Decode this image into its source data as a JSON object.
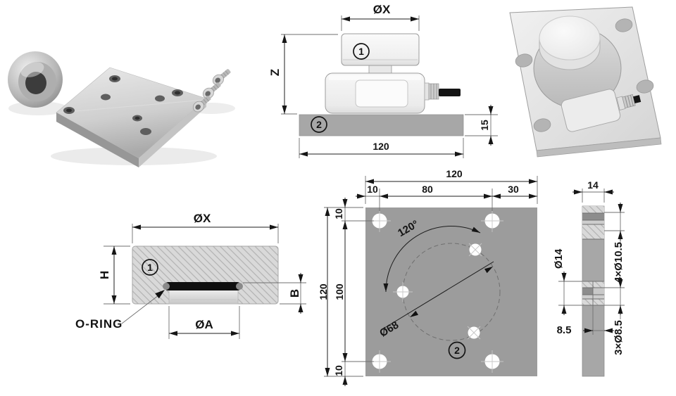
{
  "sheet": {
    "background": "#ffffff",
    "description_labels": {
      "part1_marker": "1",
      "part2_marker": "2"
    }
  },
  "colors": {
    "plate_gray": "#9c9c9c",
    "plate_gray_light": "#a7a7a7",
    "hatch_fill": "#d9d9d9",
    "hatch_line": "#b2b2b2",
    "dimension_ink": "#161616",
    "cable_black": "#141414",
    "hole_white": "#ffffff"
  },
  "views": {
    "side_view": {
      "dia_x_label": "ØX",
      "height_label": "Z",
      "part1_marker": "1",
      "part2_marker": "2",
      "plate_thickness": "15",
      "plate_width": "120"
    },
    "section_view": {
      "dia_x_label": "ØX",
      "height_label": "H",
      "part1_marker": "1",
      "o_ring_label": "O-RING",
      "recess_dia_label": "ØA",
      "recess_depth_label": "B"
    },
    "plan_view": {
      "overall_width": "120",
      "edge_to_hole_left": "10",
      "hole_span_horizontal": "80",
      "hole_to_edge_right": "30",
      "overall_height": "120",
      "hole_span_vertical": "100",
      "edge_to_hole_top": "10",
      "edge_to_hole_bottom": "10",
      "hole_angle": "120°",
      "bolt_circle_dia": "Ø68",
      "part2_marker": "2"
    },
    "edge_view": {
      "plate_thickness": "14",
      "counterbore_dia": "Ø14",
      "corner_holes": "4×Ø10.5",
      "counterbore_depth": "8.5",
      "circle_holes": "3×Ø8.5"
    }
  }
}
